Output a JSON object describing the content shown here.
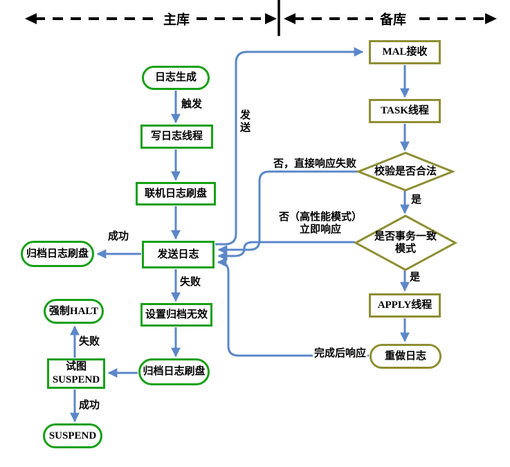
{
  "header": {
    "primary_zone": "主库",
    "standby_zone": "备库"
  },
  "nodes": {
    "log_generate": "日志生成",
    "write_log_thread": "写日志线程",
    "online_log_flush": "联机日志刷盘",
    "send_log": "发送日志",
    "archive_log_flush_left": "归档日志刷盘",
    "set_archive_invalid": "设置归档无效",
    "archive_log_flush_bottom": "归档日志刷盘",
    "try_suspend_line1": "试图",
    "try_suspend_line2": "SUSPEND",
    "force_halt": "强制HALT",
    "suspend": "SUSPEND",
    "mal_receive": "MAL接收",
    "task_thread": "TASK线程",
    "check_valid": "校验是否合法",
    "tx_mode_line1": "是否事务一致",
    "tx_mode_line2": "模式",
    "apply_thread": "APPLY线程",
    "redo_log": "重做日志"
  },
  "edge_labels": {
    "trigger": "触发",
    "send": "发送",
    "success_archive": "成功",
    "fail_send": "失败",
    "fail_suspend": "失败",
    "success_suspend": "成功",
    "no_direct_fail": "否，直接响应失败",
    "yes_valid": "是",
    "no_highperf_line1": "否（高性能模式）",
    "no_highperf_line2": "立即响应",
    "yes_tx": "是",
    "done_response": "完成后响应"
  },
  "colors": {
    "primary_node_border": "#16a016",
    "standby_node_border": "#8e8e33",
    "arrow": "#5b87c8",
    "header_line": "#000000",
    "text": "#000000"
  }
}
